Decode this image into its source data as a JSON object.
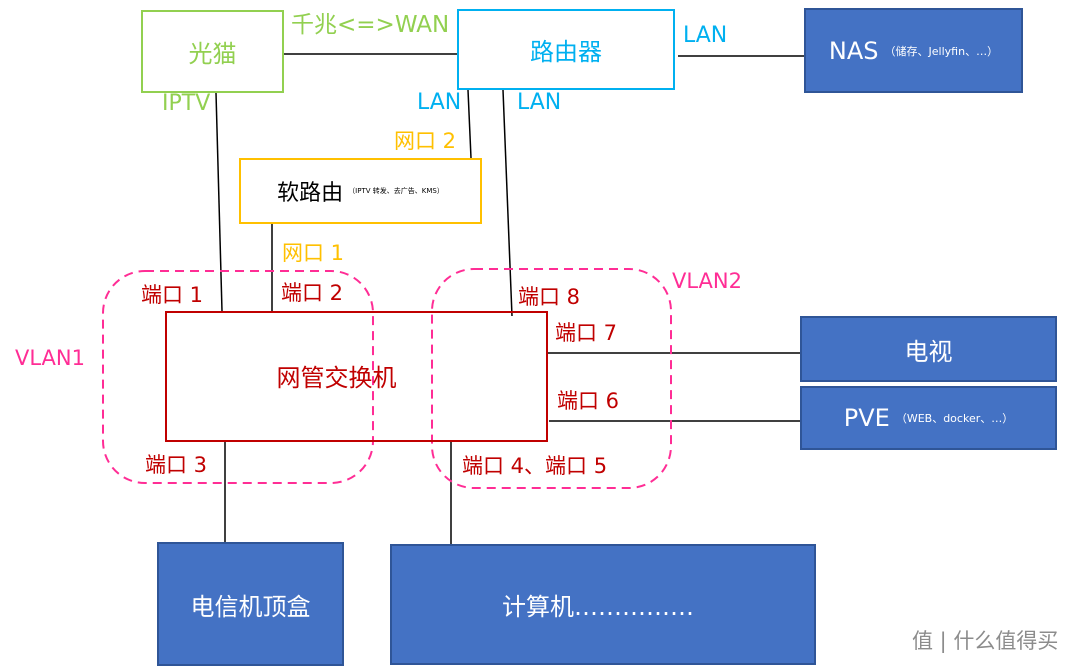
{
  "colors": {
    "modem": "#92d050",
    "router": "#00b0f0",
    "soft_router": "#ffc000",
    "switch": "#c00000",
    "vlan": "#ff2d95",
    "device_fill": "#4472c4"
  },
  "nodes": {
    "modem": {
      "label": "光猫"
    },
    "router": {
      "label": "路由器"
    },
    "nas": {
      "label": "NAS",
      "sub": "（储存、Jellyfin、…）"
    },
    "soft_router": {
      "label": "软路由",
      "sub": "（IPTV 转发、去广告、KMS）"
    },
    "switch": {
      "label": "网管交换机"
    },
    "tv": {
      "label": "电视"
    },
    "pve": {
      "label": "PVE",
      "sub": "（WEB、docker、…）"
    },
    "settop": {
      "label": "电信机顶盒"
    },
    "computers": {
      "label": "计算机……………"
    }
  },
  "link_labels": {
    "gigabit_wan": "千兆<=>WAN",
    "router_lan_right": "LAN",
    "modem_iptv": "IPTV",
    "router_lan_1": "LAN",
    "router_lan_2": "LAN"
  },
  "port_labels": {
    "net_port_2": "网口 2",
    "net_port_1": "网口 1",
    "port_1": "端口 1",
    "port_2": "端口 2",
    "port_3": "端口 3",
    "port_4_5": "端口 4、端口 5",
    "port_6": "端口 6",
    "port_7": "端口 7",
    "port_8": "端口 8"
  },
  "vlans": {
    "vlan1": "VLAN1",
    "vlan2": "VLAN2"
  },
  "watermark": "值 | 什么值得买"
}
